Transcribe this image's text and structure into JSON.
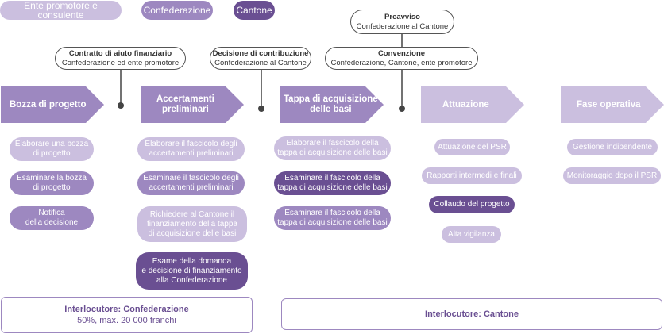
{
  "legend": {
    "promoter": "Ente promotore e consulente",
    "confederation": "Confederazione",
    "canton": "Cantone"
  },
  "callouts": {
    "preavviso": {
      "title": "Preavviso",
      "sub": "Confederazione al Cantone"
    },
    "contratto": {
      "title": "Contratto di aiuto finanziario",
      "sub": "Confederazione ed ente promotore"
    },
    "decisione": {
      "title": "Decisione di contribuzione",
      "sub": "Confederazione al Cantone"
    },
    "convenzione": {
      "title": "Convenzione",
      "sub": "Confederazione, Cantone, ente promotore"
    }
  },
  "stages": [
    {
      "label": "Bozza di progetto",
      "tasks": [
        "Elaborare una bozza\ndi progetto",
        "Esaminare la bozza\ndi progetto",
        "Notifica\ndella decisione"
      ]
    },
    {
      "label": "Accertamenti\npreliminari",
      "tasks": [
        "Elaborare il fascicolo degli\naccertamenti preliminari",
        "Esaminare il fascicolo degli\naccertamenti preliminari",
        "Richiedere al Cantone il\nfinanziamento della tappa\ndi acquisizione delle basi",
        "Esame della domanda\ne decisione di finanziamento\nalla Confederazione"
      ]
    },
    {
      "label": "Tappa di acquisizione\ndelle basi",
      "tasks": [
        "Elaborare il fascicolo della\ntappa di acquisizione delle basi",
        "Esaminare il fascicolo della\ntappa di acquisizione delle basi",
        "Esaminare il fascicolo della\ntappa di acquisizione delle basi"
      ]
    },
    {
      "label": "Attuazione",
      "tasks": [
        "Attuazione del PSR",
        "Rapporti intermedi e finali",
        "Collaudo del progetto",
        "Alta vigilanza"
      ]
    },
    {
      "label": "Fase operativa",
      "tasks": [
        "Gestione indipendente",
        "Monitoraggio dopo il PSR"
      ]
    }
  ],
  "contacts": {
    "confederation": {
      "title": "Interlocutore: Confederazione",
      "sub": "50%, max. 20 000  franchi"
    },
    "canton": {
      "title": "Interlocutore: Cantone"
    }
  },
  "colors": {
    "promoter": "#cbbfdf",
    "confederation": "#9d88c0",
    "canton": "#6a4f92"
  }
}
